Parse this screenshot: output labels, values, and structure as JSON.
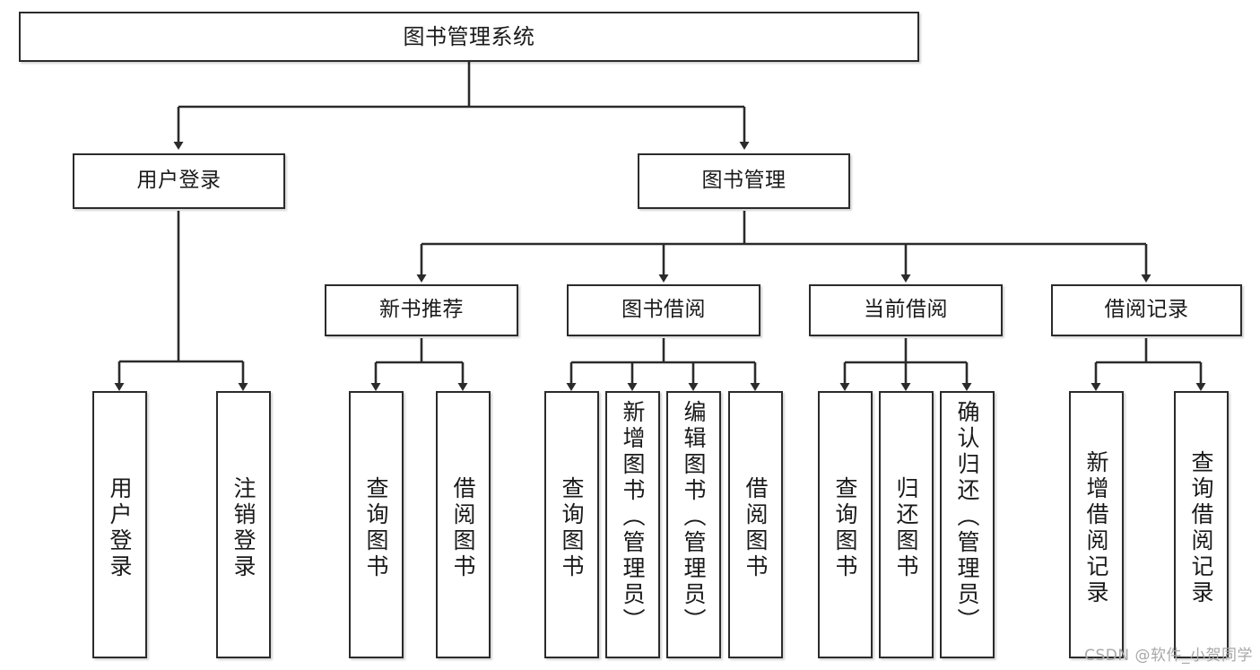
{
  "diagram": {
    "title": "图书管理系统",
    "watermark": "CSDN @软件_小贺同学",
    "line_color": "#2b2b2b",
    "box_fill": "#ffffff",
    "text_color": "#1a1a1a",
    "watermark_color": "#a8a8a8"
  },
  "nodes": {
    "root": {
      "label": "图书管理系统"
    },
    "level2": [
      {
        "label": "用户登录"
      },
      {
        "label": "图书管理"
      }
    ],
    "level3": [
      {
        "label": "新书推荐"
      },
      {
        "label": "图书借阅"
      },
      {
        "label": "当前借阅"
      },
      {
        "label": "借阅记录"
      }
    ],
    "leaves": {
      "user_login": [
        {
          "label": "用户登录"
        },
        {
          "label": "注销登录"
        }
      ],
      "new_book_recommend": [
        {
          "label": "查询图书"
        },
        {
          "label": "借阅图书"
        }
      ],
      "book_borrow": [
        {
          "label": "查询图书"
        },
        {
          "label": "新增图书（管理员）"
        },
        {
          "label": "编辑图书（管理员）"
        },
        {
          "label": "借阅图书"
        }
      ],
      "current_borrow": [
        {
          "label": "查询图书"
        },
        {
          "label": "归还图书"
        },
        {
          "label": "确认归还（管理员）"
        }
      ],
      "borrow_record": [
        {
          "label": "新增借阅记录"
        },
        {
          "label": "查询借阅记录"
        }
      ]
    }
  },
  "chart_data": {
    "type": "tree",
    "title": "图书管理系统",
    "root": "图书管理系统",
    "hierarchy": [
      {
        "name": "用户登录",
        "children": [
          "用户登录",
          "注销登录"
        ]
      },
      {
        "name": "图书管理",
        "children": [
          {
            "name": "新书推荐",
            "children": [
              "查询图书",
              "借阅图书"
            ]
          },
          {
            "name": "图书借阅",
            "children": [
              "查询图书",
              "新增图书（管理员）",
              "编辑图书（管理员）",
              "借阅图书"
            ]
          },
          {
            "name": "当前借阅",
            "children": [
              "查询图书",
              "归还图书",
              "确认归还（管理员）"
            ]
          },
          {
            "name": "借阅记录",
            "children": [
              "新增借阅记录",
              "查询借阅记录"
            ]
          }
        ]
      }
    ]
  }
}
